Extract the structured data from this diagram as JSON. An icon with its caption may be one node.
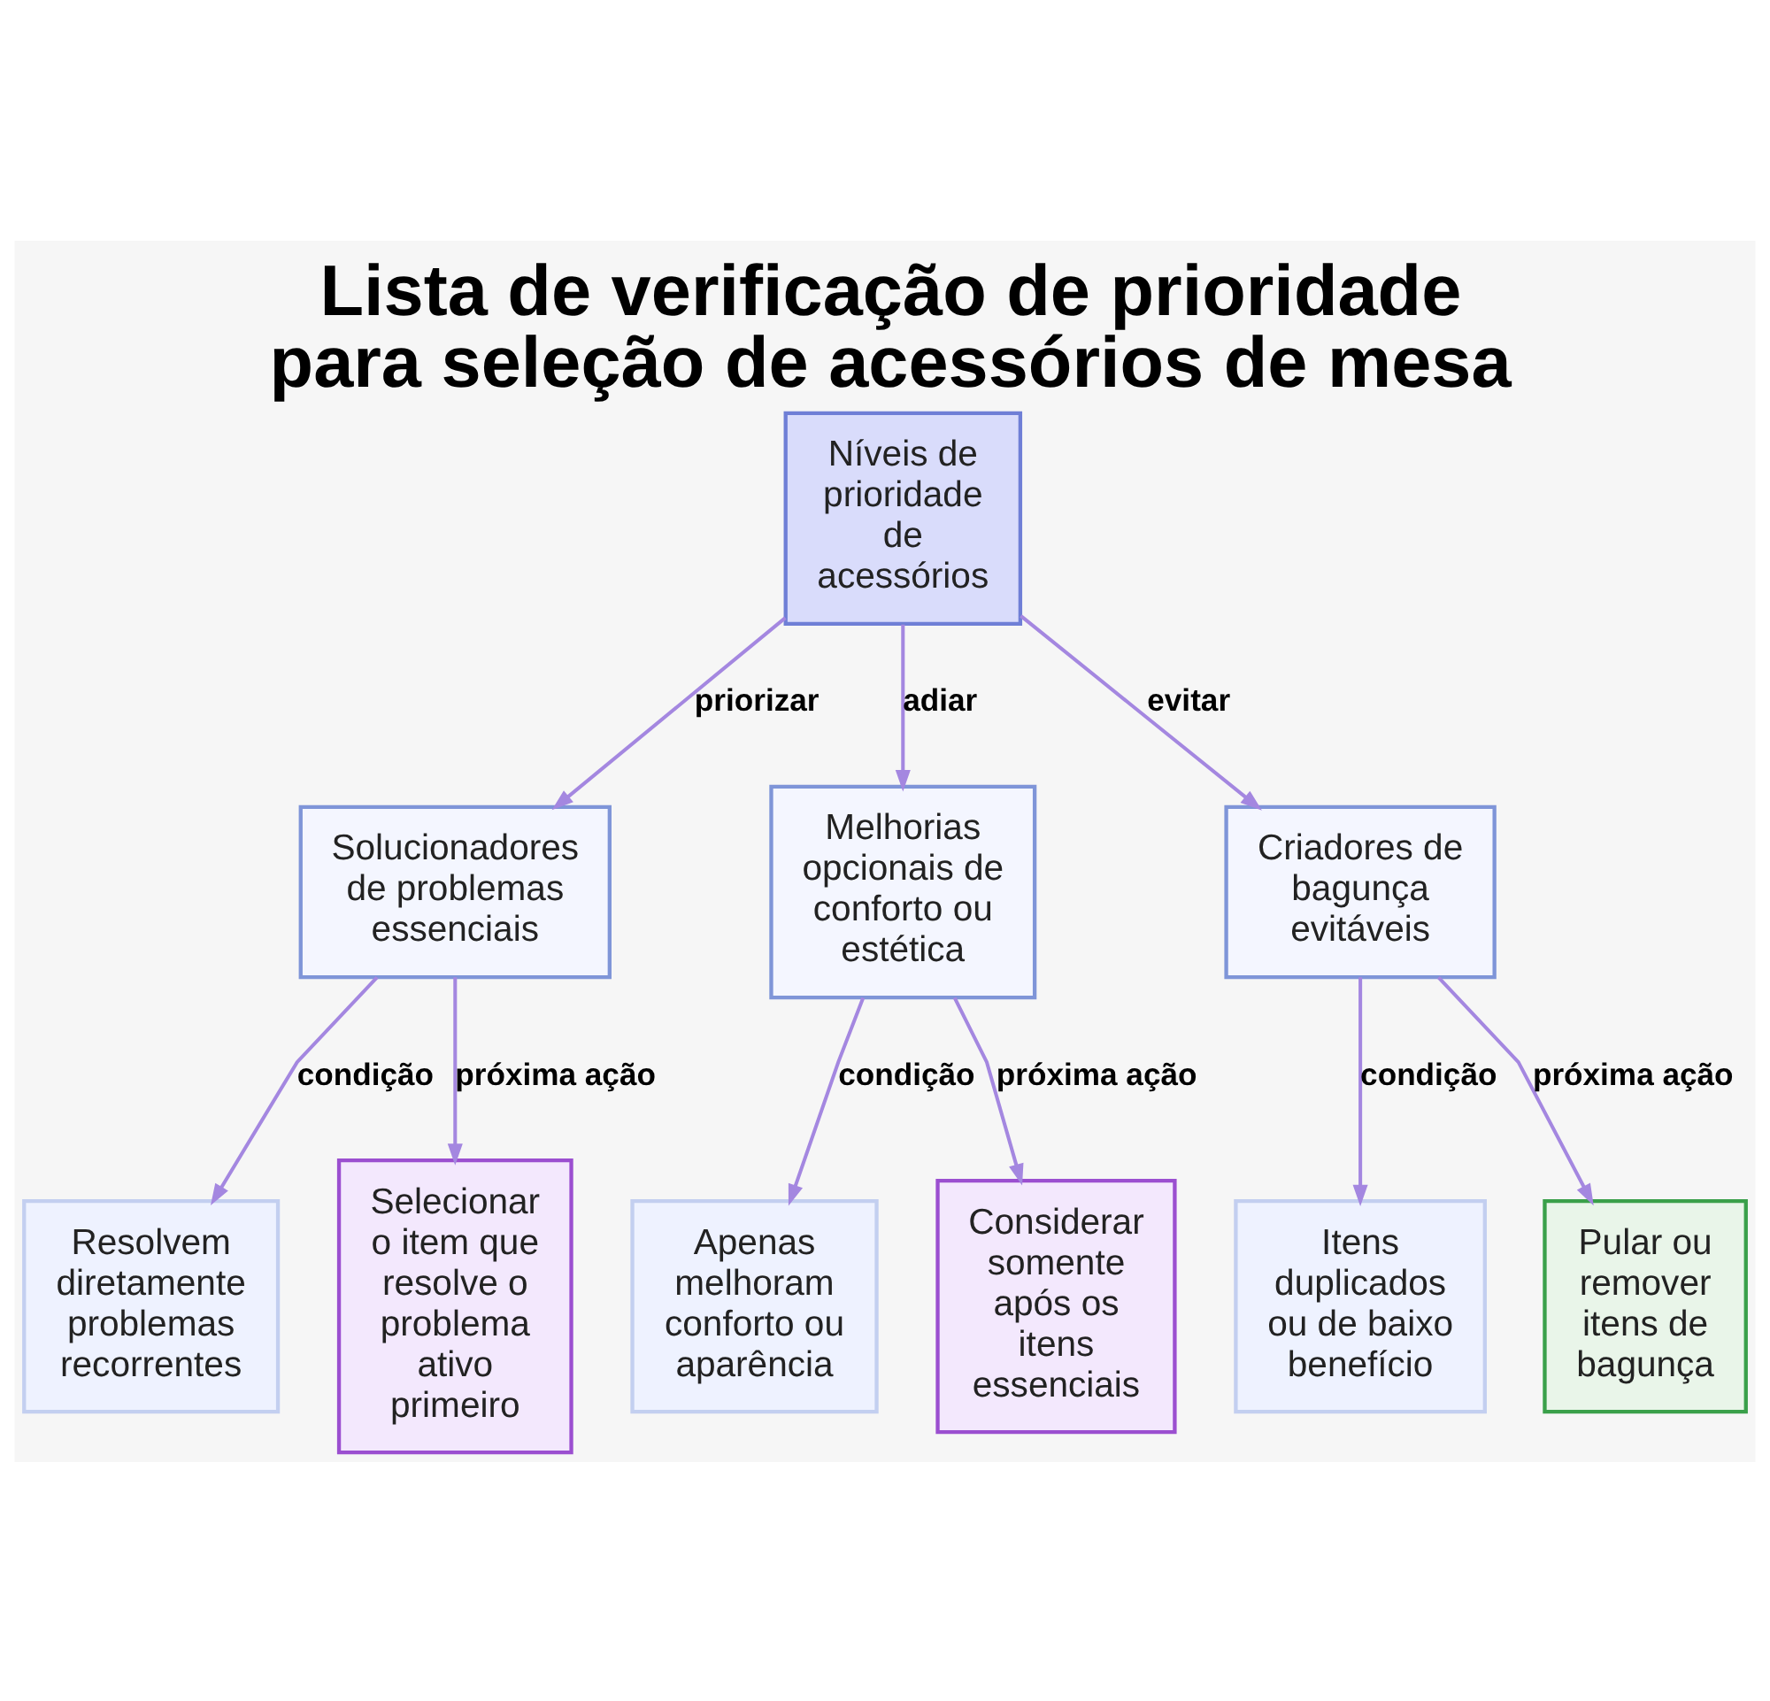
{
  "diagram": {
    "title": "Lista de verificação de prioridade para seleção de acessórios de mesa",
    "nodes": [
      {
        "text": [
          "Níveis de prioridade de acessórios"
        ]
      },
      {
        "text": [
          "Solucionadores de problemas essenciais"
        ]
      },
      {
        "text": [
          "Melhorias opcionais de conforto ou estética"
        ]
      },
      {
        "text": [
          "Criadores de bagunça evitáveis"
        ]
      },
      {
        "text": [
          "Resolvem diretamente problemas recorrentes"
        ]
      },
      {
        "text": [
          "Selecionar o item que resolve o problema ativo primeiro"
        ]
      },
      {
        "text": [
          "Apenas melhoram conforto ou aparência"
        ]
      },
      {
        "text": [
          "Considerar somente após os itens essenciais"
        ]
      },
      {
        "text": [
          "Itens duplicados ou de baixo benefício"
        ]
      },
      {
        "text": [
          "Pular ou remover itens de bagunça"
        ]
      }
    ],
    "edges": [
      {
        "from": 0,
        "to": 1,
        "arrow": "to",
        "label": "priorizar"
      },
      {
        "from": 0,
        "to": 2,
        "arrow": "to",
        "label": "adiar"
      },
      {
        "from": 0,
        "to": 3,
        "arrow": "to",
        "label": "evitar"
      },
      {
        "from": 1,
        "to": 4,
        "arrow": "to",
        "label": "condição"
      },
      {
        "from": 1,
        "to": 5,
        "arrow": "to",
        "label": "próxima ação"
      },
      {
        "from": 2,
        "to": 6,
        "arrow": "to",
        "label": "condição"
      },
      {
        "from": 2,
        "to": 7,
        "arrow": "to",
        "label": "próxima ação"
      },
      {
        "from": 3,
        "to": 8,
        "arrow": "to",
        "label": "condição"
      },
      {
        "from": 3,
        "to": 9,
        "arrow": "to",
        "label": "próxima ação"
      }
    ]
  }
}
